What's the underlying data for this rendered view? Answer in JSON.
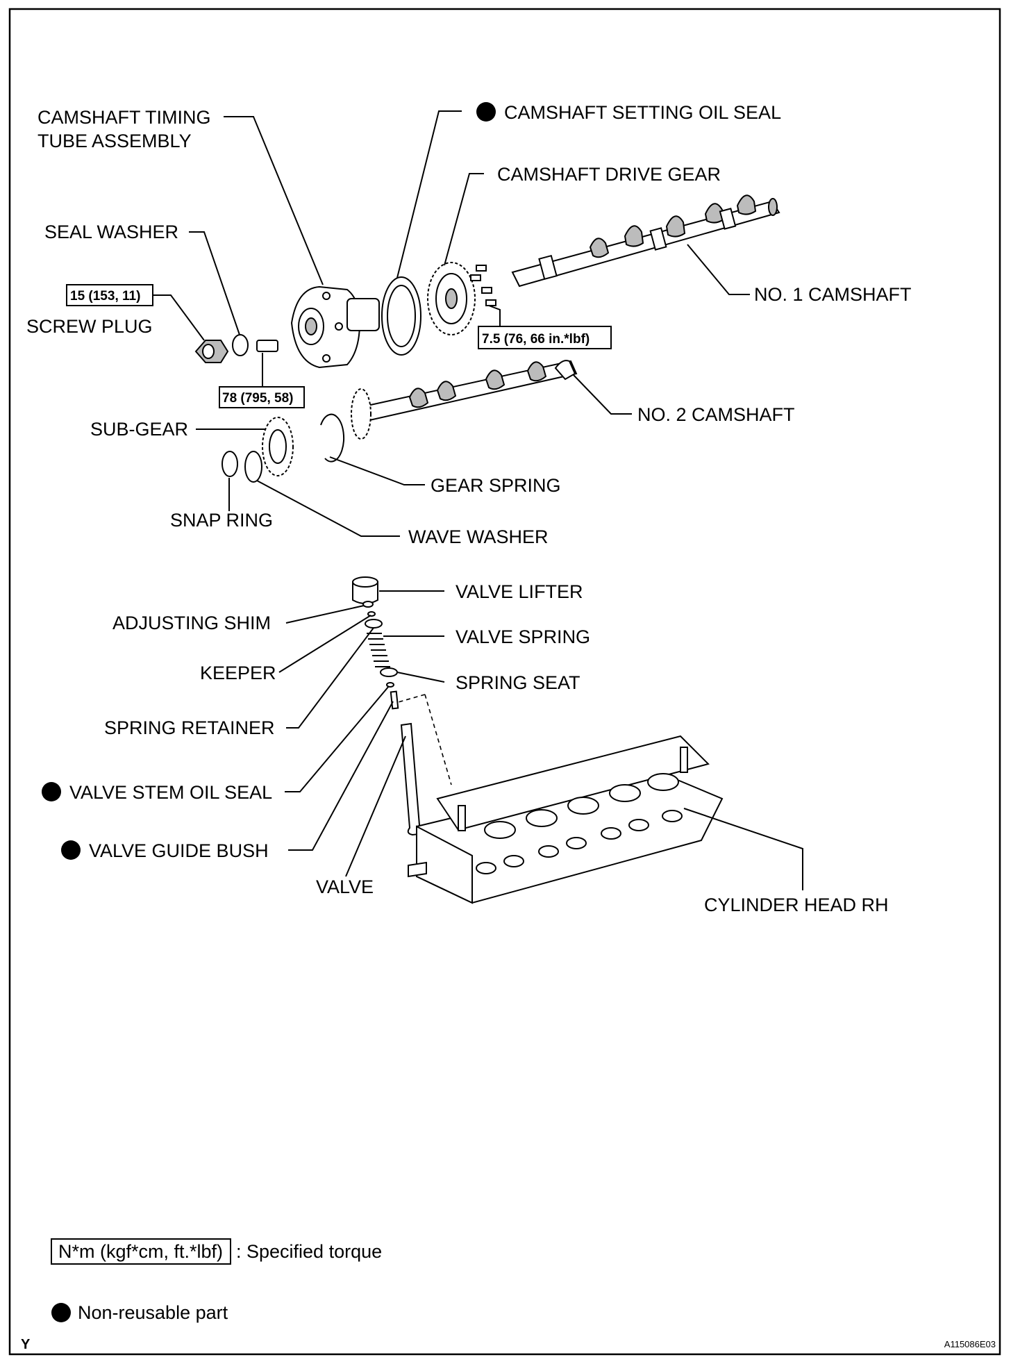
{
  "labels": {
    "camshaft_timing_tube_line1": "CAMSHAFT TIMING",
    "camshaft_timing_tube_line2": "TUBE ASSEMBLY",
    "camshaft_setting_oil_seal": "CAMSHAFT SETTING OIL SEAL",
    "camshaft_drive_gear": "CAMSHAFT DRIVE GEAR",
    "seal_washer": "SEAL WASHER",
    "no1_camshaft": "NO. 1 CAMSHAFT",
    "screw_plug": "SCREW PLUG",
    "no2_camshaft": "NO. 2 CAMSHAFT",
    "sub_gear": "SUB-GEAR",
    "gear_spring": "GEAR SPRING",
    "snap_ring": "SNAP RING",
    "wave_washer": "WAVE WASHER",
    "valve_lifter": "VALVE LIFTER",
    "adjusting_shim": "ADJUSTING SHIM",
    "valve_spring": "VALVE SPRING",
    "keeper": "KEEPER",
    "spring_seat": "SPRING SEAT",
    "spring_retainer": "SPRING RETAINER",
    "valve_stem_oil_seal": "VALVE STEM OIL SEAL",
    "valve_guide_bush": "VALVE GUIDE BUSH",
    "valve": "VALVE",
    "cylinder_head_rh": "CYLINDER HEAD RH"
  },
  "torques": {
    "screw_plug": "15 (153, 11)",
    "drive_gear_bolts": "7.5 (76, 66 in.*lbf)",
    "center_bolt": "78 (795, 58)"
  },
  "legend": {
    "torque_units": "N*m (kgf*cm, ft.*lbf)",
    "torque_desc": ": Specified torque",
    "non_reusable": "Non-reusable part"
  },
  "footer": {
    "left_code": "Y",
    "figure_id": "A115086E03"
  },
  "colors": {
    "ink": "#000000",
    "paper": "#ffffff"
  }
}
